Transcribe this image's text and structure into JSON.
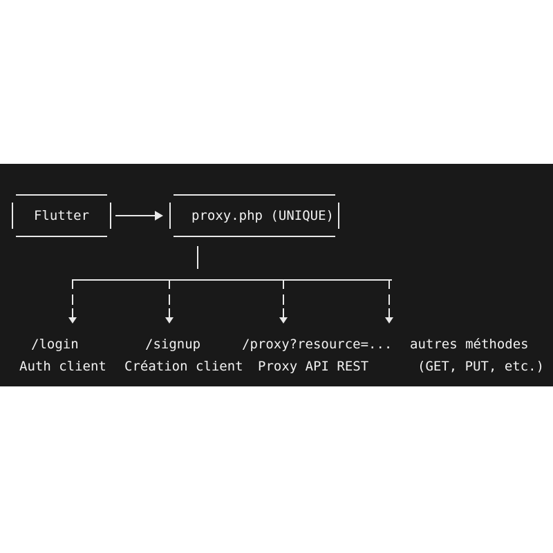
{
  "colors": {
    "page_bg": "#ffffff",
    "band_bg": "#191919",
    "line": "#e9e9e9",
    "text": "#f2f2f2"
  },
  "diagram": {
    "nodes": {
      "flutter": {
        "label": "Flutter"
      },
      "proxy": {
        "label": "proxy.php (UNIQUE)"
      }
    },
    "branches": [
      {
        "route": "/login",
        "desc": "Auth client"
      },
      {
        "route": "/signup",
        "desc": "Création client"
      },
      {
        "route": "/proxy?resource=...",
        "desc": "Proxy API REST"
      },
      {
        "route": "autres méthodes",
        "desc": "(GET, PUT, etc.)"
      }
    ]
  }
}
